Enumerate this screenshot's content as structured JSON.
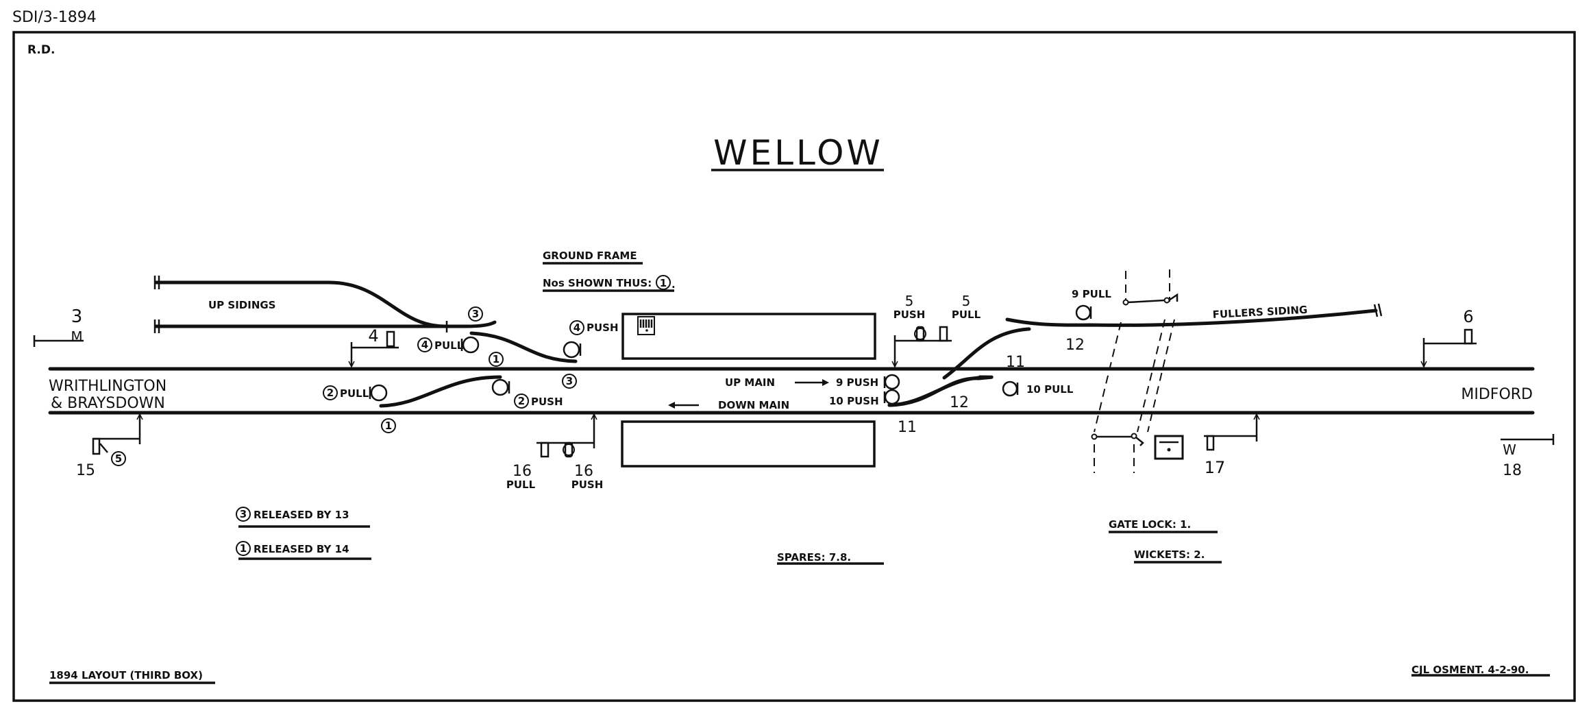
{
  "header": {
    "ref": "SDI/3-1894",
    "initials": "R.D."
  },
  "title": "WELLOW",
  "ground_frame": {
    "heading": "GROUND FRAME",
    "nos_label": "Nos SHOWN THUS:",
    "nos_example": "1",
    "nos_suffix": "."
  },
  "locations": {
    "left_line1": "WRITHLINGTON",
    "left_line2": "& BRAYSDOWN",
    "right": "MIDFORD"
  },
  "tracks": {
    "up_sidings": "UP SIDINGS",
    "up_main": "UP MAIN",
    "down_main": "DOWN MAIN",
    "fullers": "FULLERS SIDING"
  },
  "signals": {
    "s3": "3",
    "s3_type": "M",
    "s4": "4",
    "s5a": "5",
    "s5a_sub": "PUSH",
    "s5b": "5",
    "s5b_sub": "PULL",
    "s6": "6",
    "s15": "15",
    "s15_gf": "5",
    "s16a": "16",
    "s16a_sub": "PULL",
    "s16b": "16",
    "s16b_sub": "PUSH",
    "s17": "17",
    "s18": "18",
    "s18_type": "W"
  },
  "discs": {
    "d4pull_n": "4",
    "d4pull": "PULL",
    "d4push_n": "4",
    "d4push": "PUSH",
    "d2pull_n": "2",
    "d2pull": "PULL",
    "d2push_n": "2",
    "d2push": "PUSH",
    "d9push": "9 PUSH",
    "d10push": "10 PUSH",
    "d9pull": "9 PULL",
    "d10pull": "10 PULL"
  },
  "points": {
    "gf3_top": "3",
    "gf1_mid": "1",
    "gf3_mid": "3",
    "gf1_bot": "1",
    "p11_top": "11",
    "p12_top": "12",
    "p12_bot": "12",
    "p11_bot": "11"
  },
  "notes": {
    "rel3_n": "3",
    "rel3": "RELEASED BY 13",
    "rel1_n": "1",
    "rel1": "RELEASED BY 14",
    "spares": "SPARES: 7.8.",
    "gate_lock": "GATE LOCK: 1.",
    "wickets": "WICKETS: 2.",
    "layout": "1894 LAYOUT (THIRD BOX)",
    "credit": "CJL OSMENT. 4-2-90."
  }
}
